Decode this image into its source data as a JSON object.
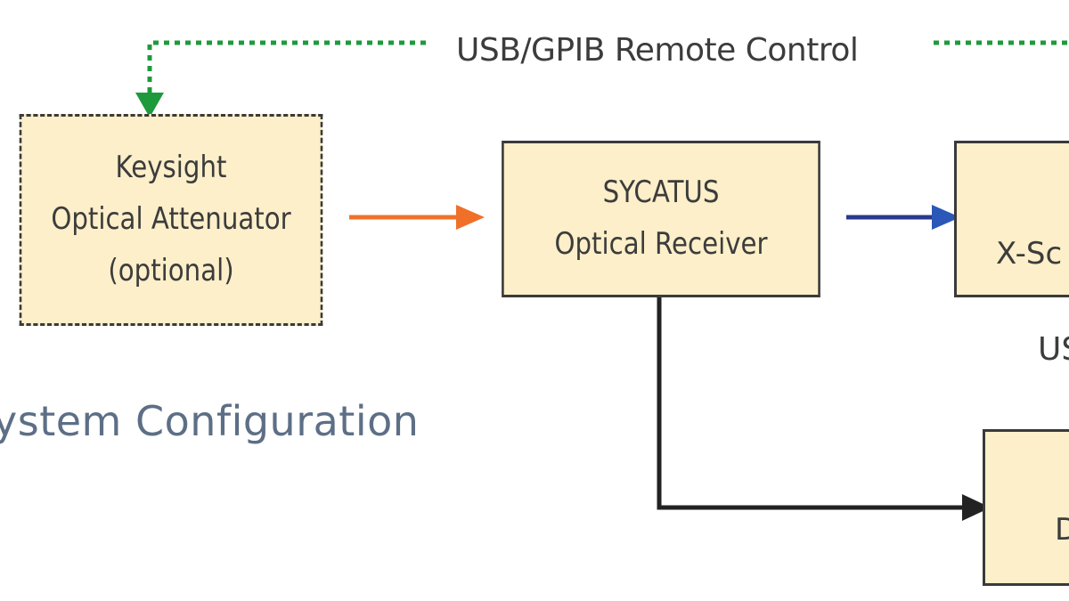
{
  "remote_control_label": "USB/GPIB Remote Control",
  "attenuator": {
    "lines": [
      "Keysight",
      "Optical Attenuator",
      "(optional)"
    ]
  },
  "receiver": {
    "lines": [
      "SYCATUS",
      "Optical Receiver"
    ]
  },
  "scope": {
    "lines": [
      "X-Sc"
    ]
  },
  "bottom_box": {
    "lines": [
      "D"
    ]
  },
  "usb_fragment": "US",
  "caption": "ystem Configuration",
  "colors": {
    "box_fill": "#fcefc9",
    "box_border": "#3a3a3a",
    "remote_link": "#1e9a3c",
    "optical_link": "#f0702a",
    "electrical_link": "#283a8c",
    "electrical_arrowhead": "#2b57b8",
    "signal_link": "#222222",
    "caption_text": "#5d6f86"
  }
}
